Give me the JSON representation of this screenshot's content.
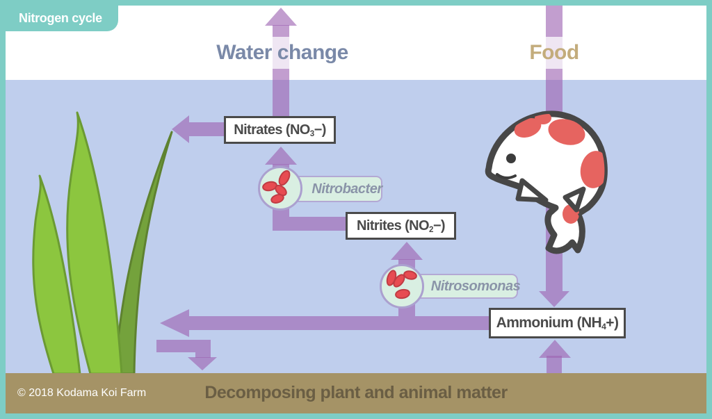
{
  "header": {
    "tab_label": "Nitrogen cycle"
  },
  "flows": {
    "water_change_label": "Water change",
    "food_label": "Food"
  },
  "nodes": {
    "nitrates": {
      "pre": "Nitrates (NO",
      "sub": "3",
      "post": "−)"
    },
    "nitrites": {
      "pre": "Nitrites (NO",
      "sub": "2",
      "post": "−)"
    },
    "ammonium": {
      "pre": "Ammonium (NH",
      "sub": "4",
      "post": "+)"
    }
  },
  "bacteria": {
    "nitrobacter_label": "Nitrobacter",
    "nitrosomonas_label": "Nitrosomonas"
  },
  "footer": {
    "decomposing_label": "Decomposing plant and animal matter",
    "copyright": "© 2018 Kodama Koi Farm"
  },
  "colors": {
    "frame_teal": "#7ECDC5",
    "water_blue": "#BFCEED",
    "soil_brown": "#A59366",
    "arrow_purple": "#B18CC6",
    "water_change_text": "#7A89A8",
    "food_text": "#C3AC7C",
    "box_border": "#4A4A4A",
    "bacteria_fill": "#D9EFE2",
    "bacteria_border": "#ABA0CF",
    "bacteria_red": "#E74C52",
    "leaf_green_light": "#8CC63F",
    "leaf_green_dark": "#74A23C",
    "fish_outline": "#474747",
    "fish_patch_red": "#E66460"
  },
  "icons": [
    "koi-fish-icon",
    "aquatic-plant-icon",
    "bacteria-icon"
  ]
}
